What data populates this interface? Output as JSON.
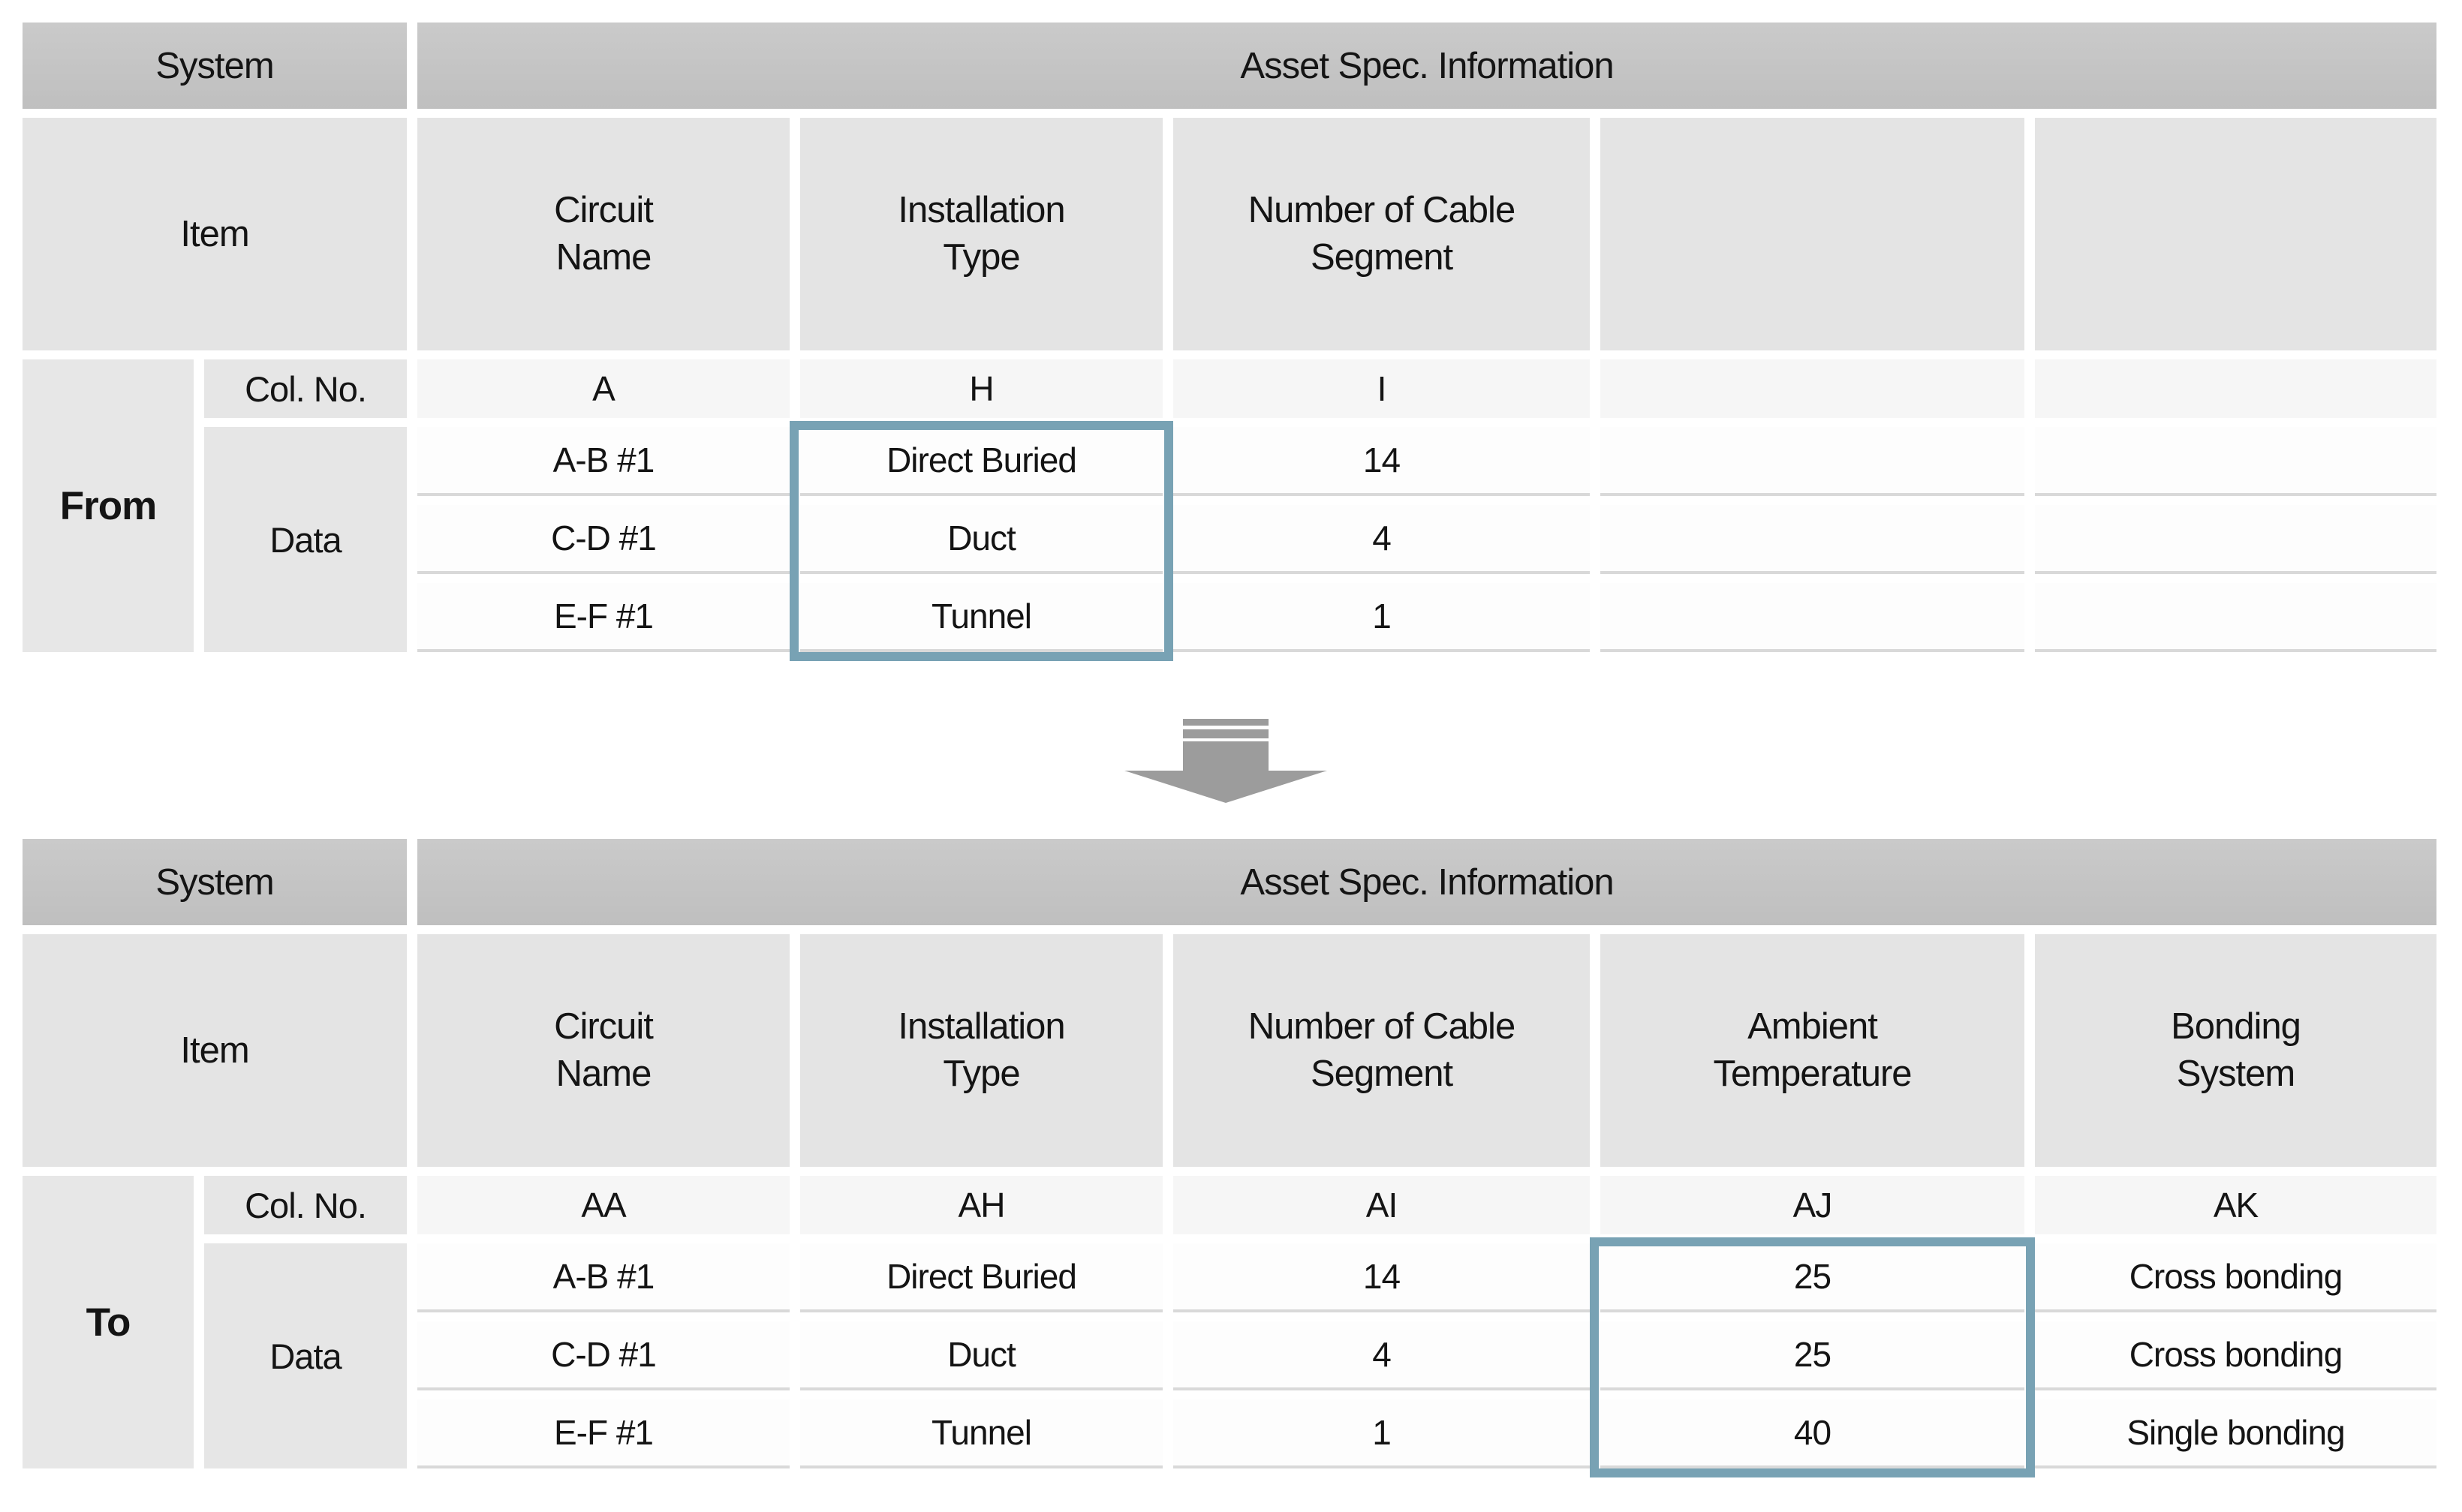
{
  "colors": {
    "header_bar": "#c4c4c4",
    "subheader_cell": "#e4e4e4",
    "col_no_row": "#f6f6f6",
    "row_divider": "#d9d9d9",
    "highlight_border": "#78a2b4",
    "arrow_gray": "#9c9c9c",
    "text": "#141414"
  },
  "arrow": {
    "direction": "down"
  },
  "tables": [
    {
      "system_header": "System",
      "group_header": "Asset Spec. Information",
      "item_label": "Item",
      "side_label": "From",
      "col_no_label": "Col. No.",
      "data_label": "Data",
      "columns": [
        {
          "header": "Circuit\nName",
          "col_no": "A"
        },
        {
          "header": "Installation\nType",
          "col_no": "H"
        },
        {
          "header": "Number of Cable\nSegment",
          "col_no": "I"
        },
        {
          "header": "",
          "col_no": ""
        },
        {
          "header": "",
          "col_no": ""
        }
      ],
      "rows": [
        {
          "circuit_name": "A-B #1",
          "installation_type": "Direct Buried",
          "number_of_cable_segment": "14",
          "col4": "",
          "col5": ""
        },
        {
          "circuit_name": "C-D #1",
          "installation_type": "Duct",
          "number_of_cable_segment": "4",
          "col4": "",
          "col5": ""
        },
        {
          "circuit_name": "E-F #1",
          "installation_type": "Tunnel",
          "number_of_cable_segment": "1",
          "col4": "",
          "col5": ""
        }
      ],
      "highlighted_column": "Installation Type",
      "highlighted_values": [
        "Direct Buried",
        "Duct",
        "Tunnel"
      ]
    },
    {
      "system_header": "System",
      "group_header": "Asset Spec. Information",
      "item_label": "Item",
      "side_label": "To",
      "col_no_label": "Col. No.",
      "data_label": "Data",
      "columns": [
        {
          "header": "Circuit\nName",
          "col_no": "AA"
        },
        {
          "header": "Installation\nType",
          "col_no": "AH"
        },
        {
          "header": "Number of Cable\nSegment",
          "col_no": "AI"
        },
        {
          "header": "Ambient\nTemperature",
          "col_no": "AJ"
        },
        {
          "header": "Bonding\nSystem",
          "col_no": "AK"
        }
      ],
      "rows": [
        {
          "circuit_name": "A-B #1",
          "installation_type": "Direct Buried",
          "number_of_cable_segment": "14",
          "col4": "25",
          "col5": "Cross bonding"
        },
        {
          "circuit_name": "C-D #1",
          "installation_type": "Duct",
          "number_of_cable_segment": "4",
          "col4": "25",
          "col5": "Cross bonding"
        },
        {
          "circuit_name": "E-F #1",
          "installation_type": "Tunnel",
          "number_of_cable_segment": "1",
          "col4": "40",
          "col5": "Single bonding"
        }
      ],
      "highlighted_column": "Ambient Temperature",
      "highlighted_values": [
        "25",
        "25",
        "40"
      ]
    }
  ]
}
